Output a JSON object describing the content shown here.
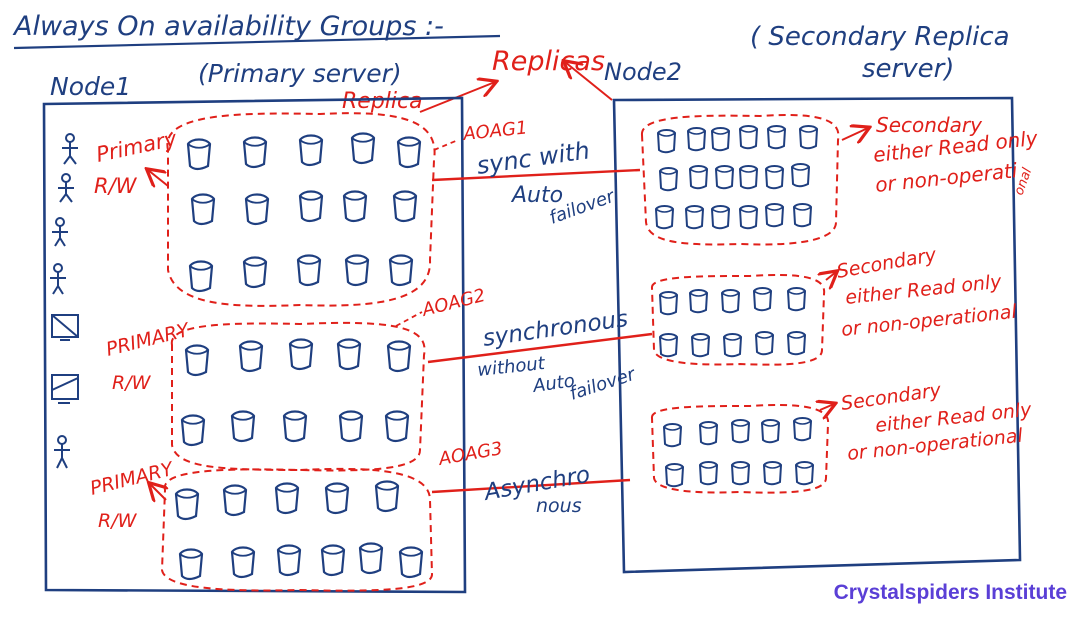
{
  "header": {
    "title": "Always On availability Groups :-"
  },
  "node1": {
    "label": "Node1",
    "role": "(Primary server)",
    "replica_label": "Replica"
  },
  "node2": {
    "label": "Node2",
    "role_line1": "( Secondary Replica",
    "role_line2": "server)"
  },
  "top_arrow_label": "Replicas",
  "groups": [
    {
      "name": "AOAG1",
      "primary_label": "Primary",
      "primary_mode": "R/W",
      "link_line1": "sync with",
      "link_line2": "Auto",
      "link_line3": "failover",
      "secondary_line1": "Secondary",
      "secondary_line2": "either Read only",
      "secondary_line3": "or non-operati",
      "secondary_line4": "onal"
    },
    {
      "name": "AOAG2",
      "primary_label": "PRIMARY",
      "primary_mode": "R/W",
      "link_line1": "synchronous",
      "link_line2": "without",
      "link_line3": "Auto",
      "link_line4": "failover",
      "secondary_line1": "Secondary",
      "secondary_line2": "either Read only",
      "secondary_line3": "or non-operational"
    },
    {
      "name": "AOAG3",
      "primary_label": "PRIMARY",
      "primary_mode": "R/W",
      "link_line1": "Asynchro",
      "link_line2": "nous",
      "secondary_line1": "Secondary",
      "secondary_line2": "either Read only",
      "secondary_line3": "or non-operational"
    }
  ],
  "watermark": "Crystalspiders Institute",
  "colors": {
    "ink_blue": "#1f3f80",
    "ink_red": "#e0201a",
    "watermark": "#5a3fd6"
  }
}
